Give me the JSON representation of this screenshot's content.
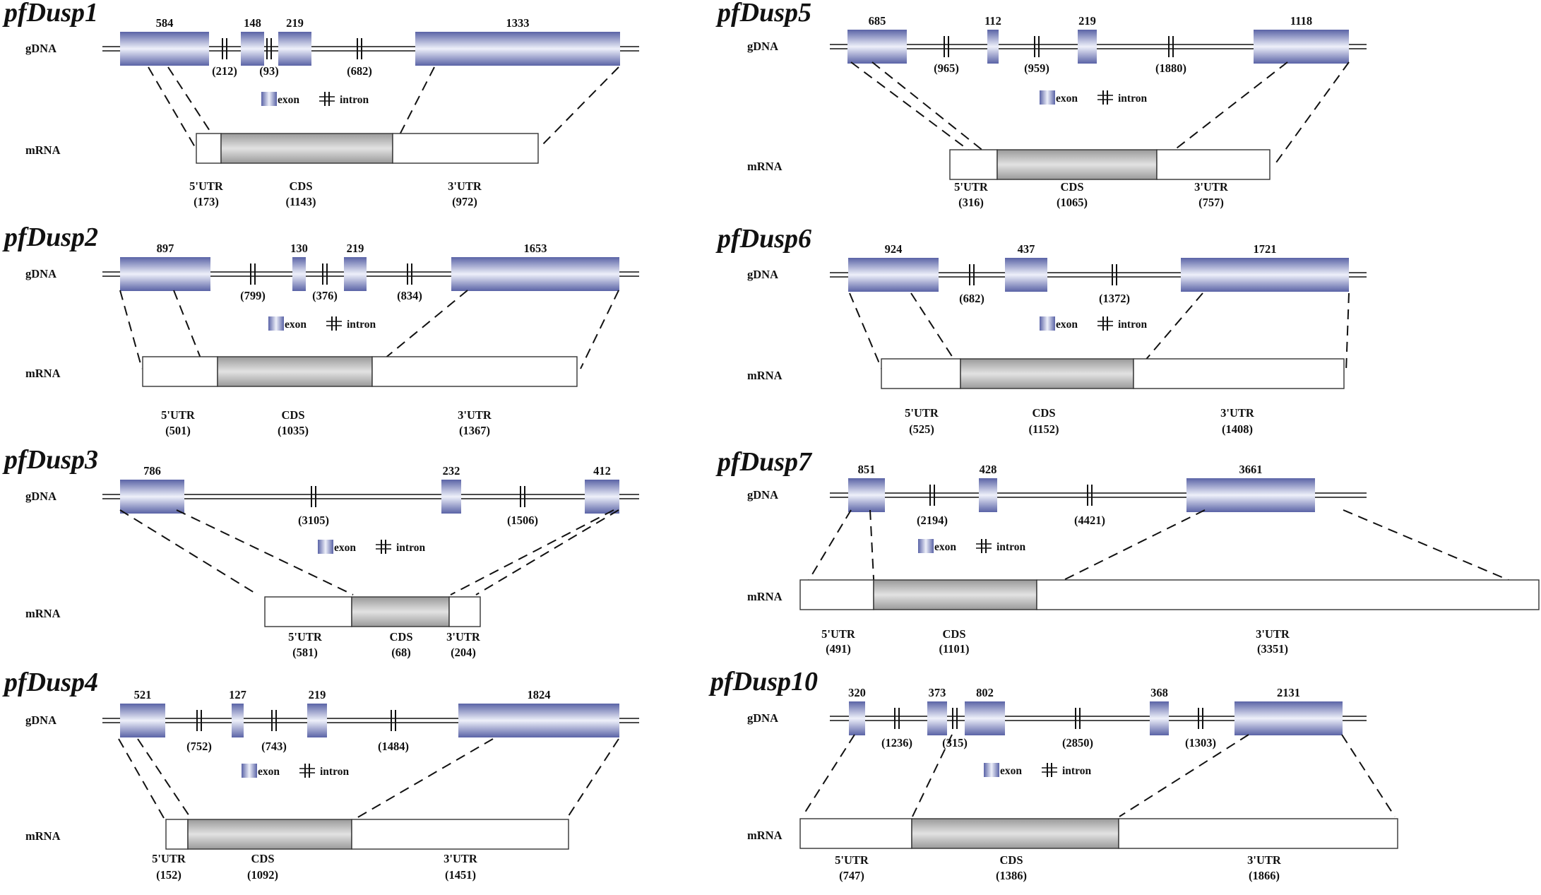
{
  "labels": {
    "gdna": "gDNA",
    "mrna": "mRNA",
    "exon": "exon",
    "intron": "intron",
    "utr5": "5'UTR",
    "cds": "CDS",
    "utr3": "3'UTR"
  },
  "colors": {
    "exon": "#5d66a8",
    "exon_highlight": "#eef0fa",
    "cds": "#9c9c9c",
    "cds_highlight": "#e4e4e4"
  },
  "genes": [
    {
      "name": "pfDusp1",
      "exons": [
        584,
        148,
        219,
        1333
      ],
      "introns": [
        212,
        93,
        682
      ],
      "utr5": 173,
      "cds": 1143,
      "utr3": 972
    },
    {
      "name": "pfDusp2",
      "exons": [
        897,
        130,
        219,
        1653
      ],
      "introns": [
        799,
        376,
        834
      ],
      "utr5": 501,
      "cds": 1035,
      "utr3": 1367
    },
    {
      "name": "pfDusp3",
      "exons": [
        786,
        232,
        412
      ],
      "introns": [
        3105,
        1506
      ],
      "utr5": 581,
      "cds": 68,
      "utr3": 204
    },
    {
      "name": "pfDusp4",
      "exons": [
        521,
        127,
        219,
        1824
      ],
      "introns": [
        752,
        743,
        1484
      ],
      "utr5": 152,
      "cds": 1092,
      "utr3": 1451
    },
    {
      "name": "pfDusp5",
      "exons": [
        685,
        112,
        219,
        1118
      ],
      "introns": [
        965,
        959,
        1880
      ],
      "utr5": 316,
      "cds": 1065,
      "utr3": 757
    },
    {
      "name": "pfDusp6",
      "exons": [
        924,
        437,
        1721
      ],
      "introns": [
        682,
        1372
      ],
      "utr5": 525,
      "cds": 1152,
      "utr3": 1408
    },
    {
      "name": "pfDusp7",
      "exons": [
        851,
        428,
        3661
      ],
      "introns": [
        2194,
        4421
      ],
      "utr5": 491,
      "cds": 1101,
      "utr3": 3351
    },
    {
      "name": "pfDusp10",
      "exons": [
        320,
        373,
        802,
        368,
        2131
      ],
      "introns": [
        1236,
        315,
        2850,
        1303
      ],
      "utr5": 747,
      "cds": 1386,
      "utr3": 1866
    }
  ]
}
